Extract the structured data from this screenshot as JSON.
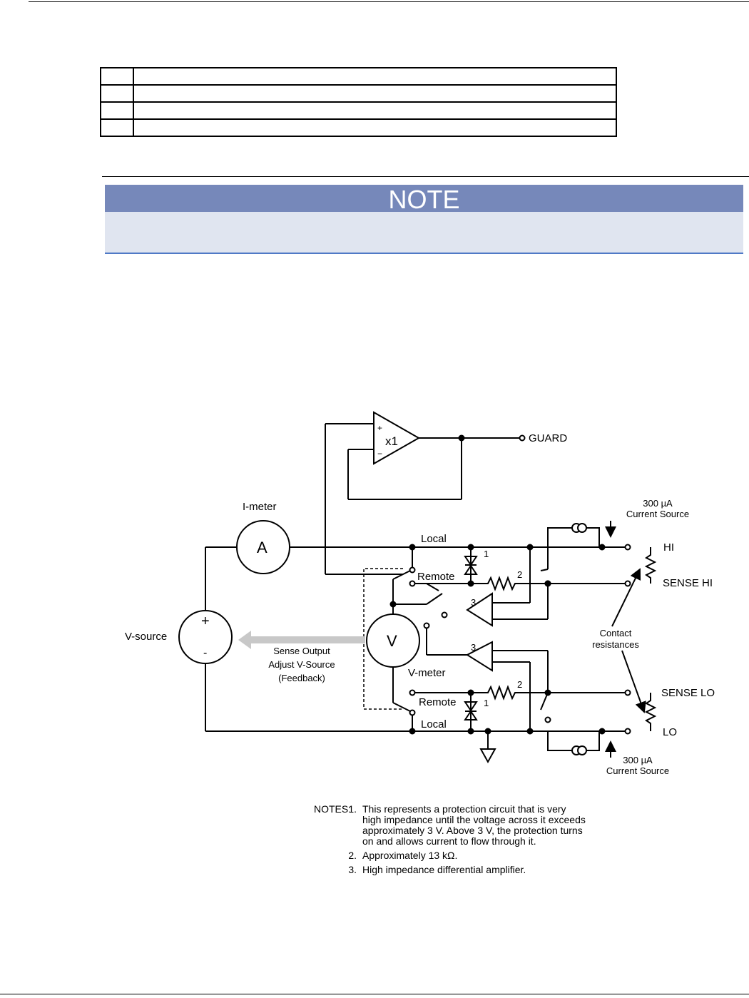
{
  "note": {
    "heading": "NOTE"
  },
  "circuit": {
    "labels": {
      "guard": "GUARD",
      "buffer": "x1",
      "plus": "+",
      "minus": "−",
      "imeter": "I-meter",
      "ammeter_symbol": "A",
      "vmeter": "V-meter",
      "voltmeter_symbol": "V",
      "vsource": "V-source",
      "vsource_plus": "+",
      "vsource_minus": "-",
      "local_top": "Local",
      "local_bottom": "Local",
      "remote_top": "Remote",
      "remote_bottom": "Remote",
      "hi": "HI",
      "sense_hi": "SENSE HI",
      "sense_lo": "SENSE LO",
      "lo": "LO",
      "contact_line1": "Contact",
      "contact_line2": "resistances",
      "feedback_line1": "Sense Output",
      "feedback_line2": "Adjust V-Source",
      "feedback_line3": "(Feedback)",
      "cs_top_line1": "300 µA",
      "cs_top_line2": "Current Source",
      "cs_bottom_line1": "300 µA",
      "cs_bottom_line2": "Current Source",
      "ref1": "1",
      "ref2": "2",
      "ref3": "3"
    }
  },
  "notes": {
    "heading": "NOTES:",
    "items": [
      {
        "index": "1.",
        "lines": [
          "This represents a protection circuit that is very",
          "high impedance until the voltage across it exceeds",
          "approximately 3 V. Above 3 V, the protection turns",
          "on and allows current to flow through it."
        ]
      },
      {
        "index": "2.",
        "lines": [
          "Approximately 13 kΩ."
        ]
      },
      {
        "index": "3.",
        "lines": [
          "High impedance differential amplifier."
        ]
      }
    ]
  },
  "colors": {
    "note_header": "#7688ba",
    "note_body": "#e0e5f0",
    "note_rule": "#4f79c6",
    "feedback_arrow": "#c8c8c8"
  }
}
